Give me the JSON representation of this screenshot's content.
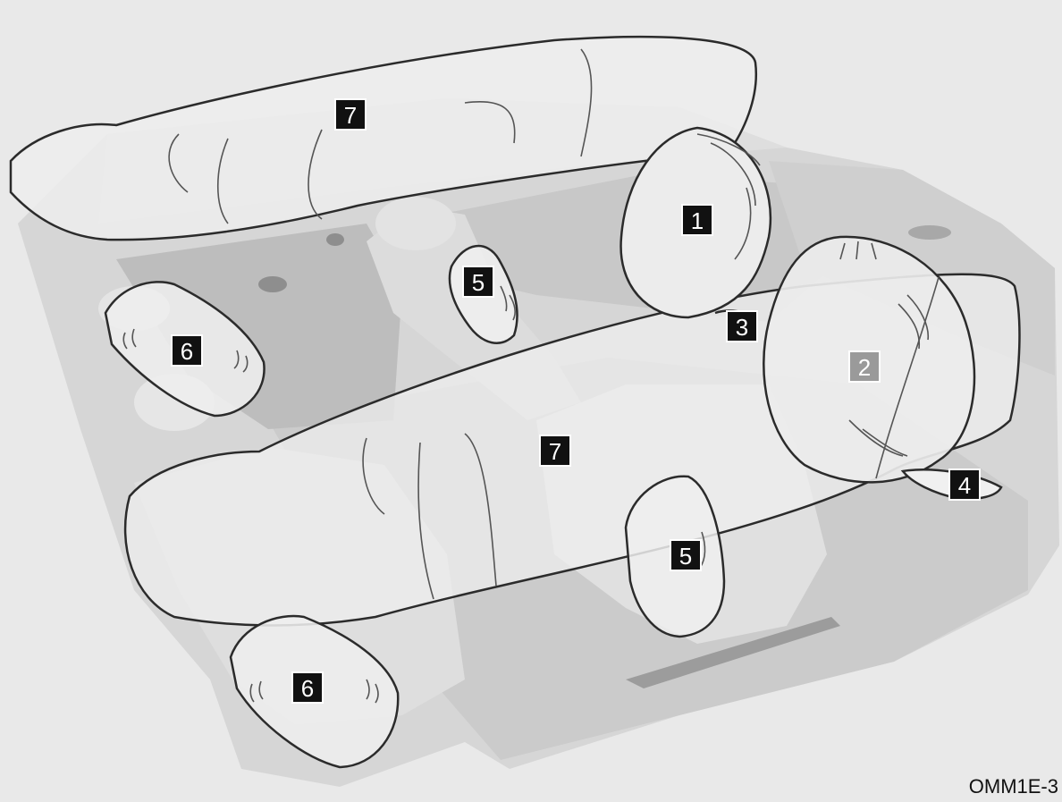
{
  "markers": [
    {
      "id": "marker-1",
      "label": "1",
      "style": "dark"
    },
    {
      "id": "marker-2",
      "label": "2",
      "style": "grey"
    },
    {
      "id": "marker-3",
      "label": "3",
      "style": "dark"
    },
    {
      "id": "marker-4",
      "label": "4",
      "style": "dark"
    },
    {
      "id": "marker-5a",
      "label": "5",
      "style": "dark"
    },
    {
      "id": "marker-5b",
      "label": "5",
      "style": "dark"
    },
    {
      "id": "marker-6a",
      "label": "6",
      "style": "dark"
    },
    {
      "id": "marker-6b",
      "label": "6",
      "style": "dark"
    },
    {
      "id": "marker-7a",
      "label": "7",
      "style": "dark"
    },
    {
      "id": "marker-7b",
      "label": "7",
      "style": "dark"
    }
  ],
  "image_code": "OMM1E-3",
  "colors": {
    "background": "#e9e9e9",
    "car_body": "#d2d2d2",
    "airbag_fill": "#ececec",
    "outline": "#2b2b2b",
    "marker_dark": "#111111",
    "marker_grey": "#9a9a9a",
    "marker_text": "#ffffff"
  }
}
